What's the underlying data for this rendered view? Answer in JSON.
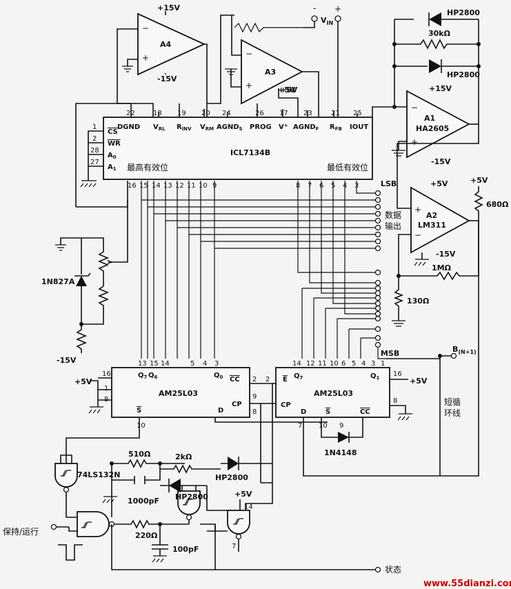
{
  "opamps": {
    "a4": {
      "name": "A4",
      "vpos": "+15V",
      "vneg": "-15V"
    },
    "a3": {
      "name": "A3",
      "supply": "+5V"
    },
    "a1": {
      "name": "A1",
      "part": "HA2605",
      "vpos": "+15V",
      "vneg": "-15V"
    },
    "a2": {
      "name": "A2",
      "part": "LM311",
      "vpos": "+5V",
      "vneg": "-15V"
    }
  },
  "vin": {
    "label": "V",
    "sub": "IN",
    "minus": "-",
    "plus": "+"
  },
  "feedback": {
    "diode1": "HP2800",
    "diode2": "HP2800",
    "resistor": "30kΩ"
  },
  "dac": {
    "part": "ICL7134B",
    "pins_top": [
      "22",
      "18",
      "19",
      "20",
      "24",
      "26",
      "17",
      "23",
      "21",
      "25"
    ],
    "names_top": [
      "DGND",
      "V",
      "R",
      "V",
      "AGND",
      "PROG",
      "V",
      "AGND",
      "R",
      "IOUT"
    ],
    "subs_top": [
      "",
      "RL",
      "INV",
      "RM",
      "S",
      "",
      "+",
      "F",
      "FB",
      ""
    ],
    "left_pins": [
      "1",
      "2",
      "28",
      "27"
    ],
    "left_names": [
      "CS",
      "WR",
      "A",
      "A"
    ],
    "left_subs": [
      "",
      "",
      "0",
      "1"
    ],
    "msb_text": "最高有效位",
    "lsb_text": "最低有效位",
    "pins_bottom_msb": [
      "16",
      "15",
      "14",
      "13",
      "12",
      "11",
      "10",
      "9"
    ],
    "pins_bottom_lsb": [
      "8",
      "7",
      "6",
      "5",
      "4",
      "3"
    ],
    "plus5v": "+5V"
  },
  "a2_circuit": {
    "r_pullup": "680Ω",
    "supply": "+5V",
    "r1": "1MΩ",
    "r2": "130Ω"
  },
  "data_out": {
    "lsb": "LSB",
    "msb": "MSB",
    "label_line1": "数据",
    "label_line2": "输出",
    "bn": "B",
    "bn_sub": "(N+1)"
  },
  "reference": {
    "zener": "1N827A",
    "vneg": "-15V"
  },
  "sar_left": {
    "part": "AM25L03",
    "pins_top": [
      "13",
      "15",
      "14",
      "5",
      "4",
      "3"
    ],
    "pins_names_top": [
      "Q",
      "Q",
      "Q"
    ],
    "pins_names_sub": [
      "7",
      "6",
      "0"
    ],
    "pin_cc": "CC",
    "pin_cp": "CP",
    "pin_s": "S",
    "pin_d": "D",
    "right_pins": [
      "2",
      "9",
      "8"
    ],
    "left_pins": [
      "16",
      "1",
      "8"
    ],
    "supply": "+5V",
    "bottom_pin": "10"
  },
  "sar_right": {
    "part": "AM25L03",
    "pins_top": [
      "14",
      "12",
      "11",
      "10",
      "6",
      "5",
      "4",
      "3",
      "1"
    ],
    "pins_names": [
      "E",
      "Q",
      "Q"
    ],
    "pins_names_sub": [
      "",
      "7",
      "1"
    ],
    "pin_cp": "CP",
    "pin_d": "D",
    "pin_s": "S",
    "pin_cc": "CC",
    "left_pin": "2",
    "bottom_pins": [
      "7",
      "10",
      "9"
    ],
    "right_pins": [
      "16",
      "8"
    ],
    "supply": "+5V",
    "side_label_line1": "短循",
    "side_label_line2": "环线"
  },
  "control": {
    "gate_top": "74LS132N",
    "r1": "510Ω",
    "r2": "2kΩ",
    "d1": "HP2800",
    "d2": "HP2800",
    "c1": "1000pF",
    "r3": "220Ω",
    "c2": "100pF",
    "diode_1n4148": "1N4148",
    "supply": "+5V",
    "pin14": "14",
    "pin7": "7",
    "hold_run": "保持/运行",
    "status": "状态"
  },
  "watermark": "www.55dianzi.com"
}
